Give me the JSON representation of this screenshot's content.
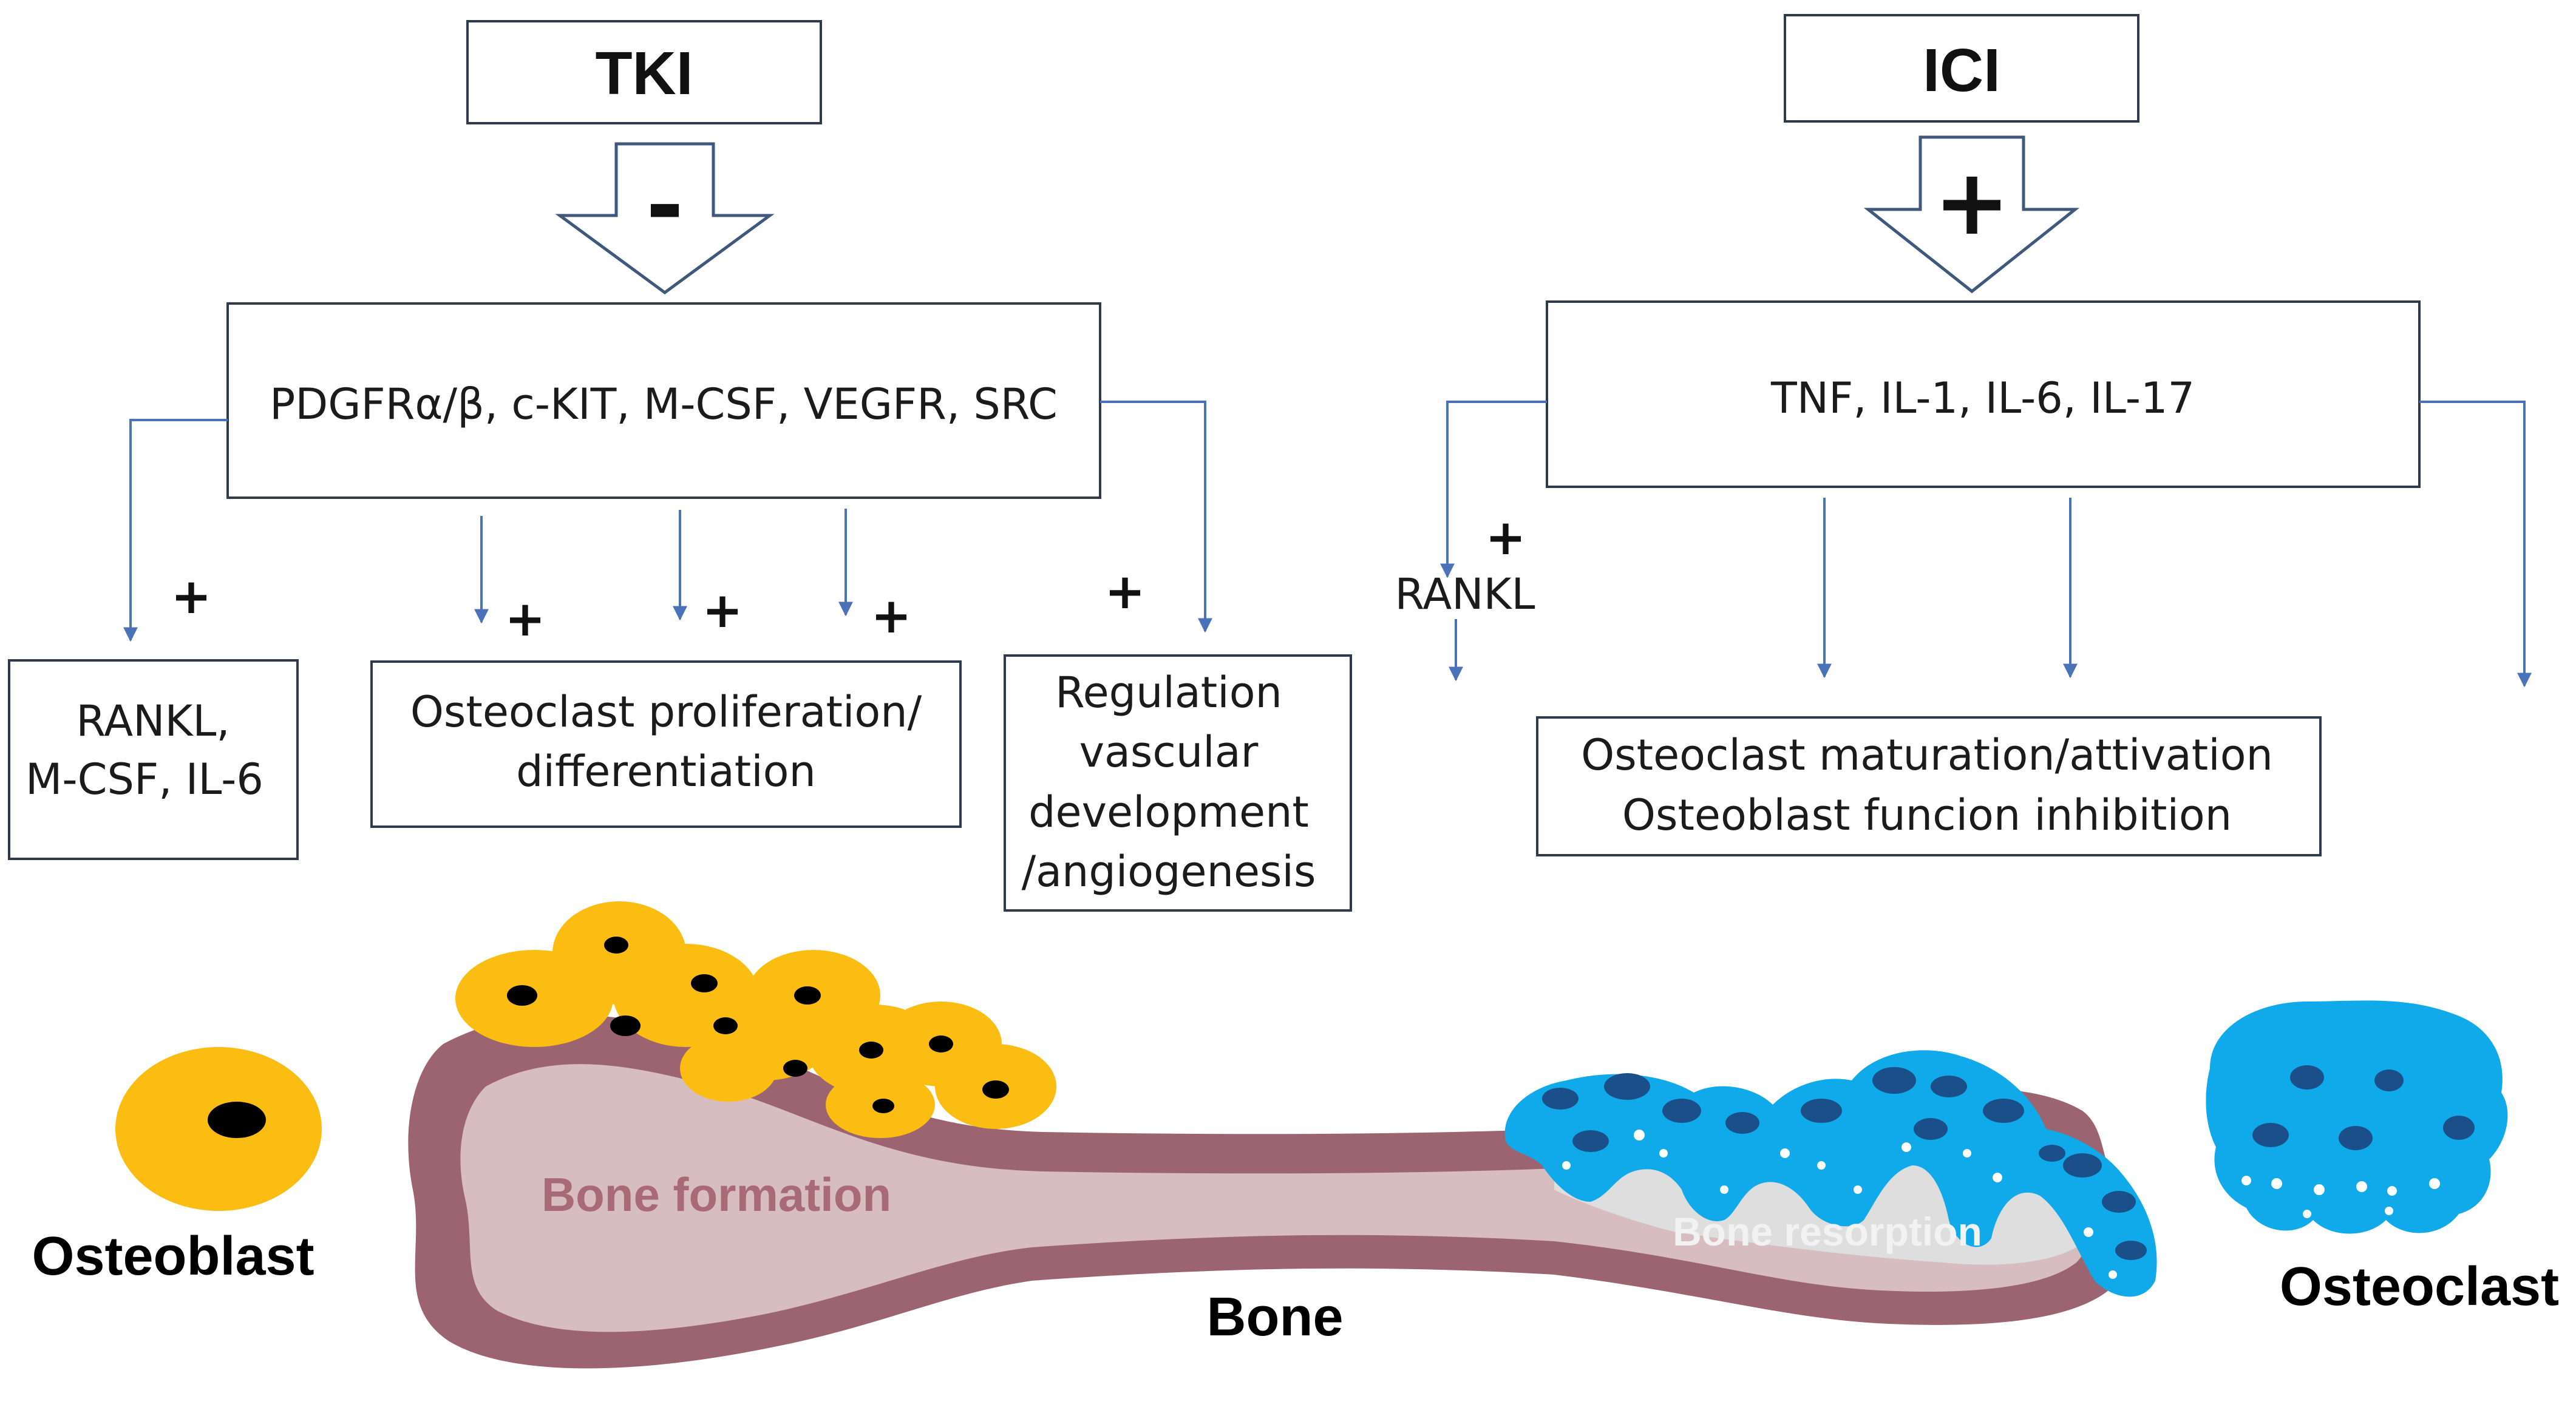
{
  "headers": {
    "tki": "TKI",
    "ici": "ICI"
  },
  "arrows": {
    "tki_sign": "-",
    "ici_sign": "+"
  },
  "tki_targets": "PDGFRα/β, c-KIT, M-CSF, VEGFR, SRC",
  "ici_targets": "TNF, IL-1, IL-6, IL-17",
  "plus": "+",
  "boxes": {
    "rankl": [
      "RANKL,",
      "M-CSF, IL-6"
    ],
    "osteoclast_prolif": [
      "Osteoclast proliferation/",
      "differentiation"
    ],
    "regulation": [
      "Regulation",
      "vascular",
      "development",
      "/angiogenesis"
    ],
    "maturation": [
      "Osteoclast maturation/attivation",
      "Osteoblast funcion inhibition"
    ]
  },
  "ici_rankl_label": "RANKL",
  "bone": {
    "formation": "Bone formation",
    "resorption": "Bone resorption",
    "label": "Bone"
  },
  "cells": {
    "osteoblast": "Osteoblast",
    "osteoclast": "Osteoclast"
  },
  "colors": {
    "osteoblast": "#fbbd12",
    "osteoclast": "#10aaea",
    "osteoclast_dark": "#1a4f8a",
    "bone_outer": "#9c6470",
    "bone_inner": "#d7bcc0",
    "bone_text": "#a86a74",
    "connector": "#4a72b8"
  }
}
